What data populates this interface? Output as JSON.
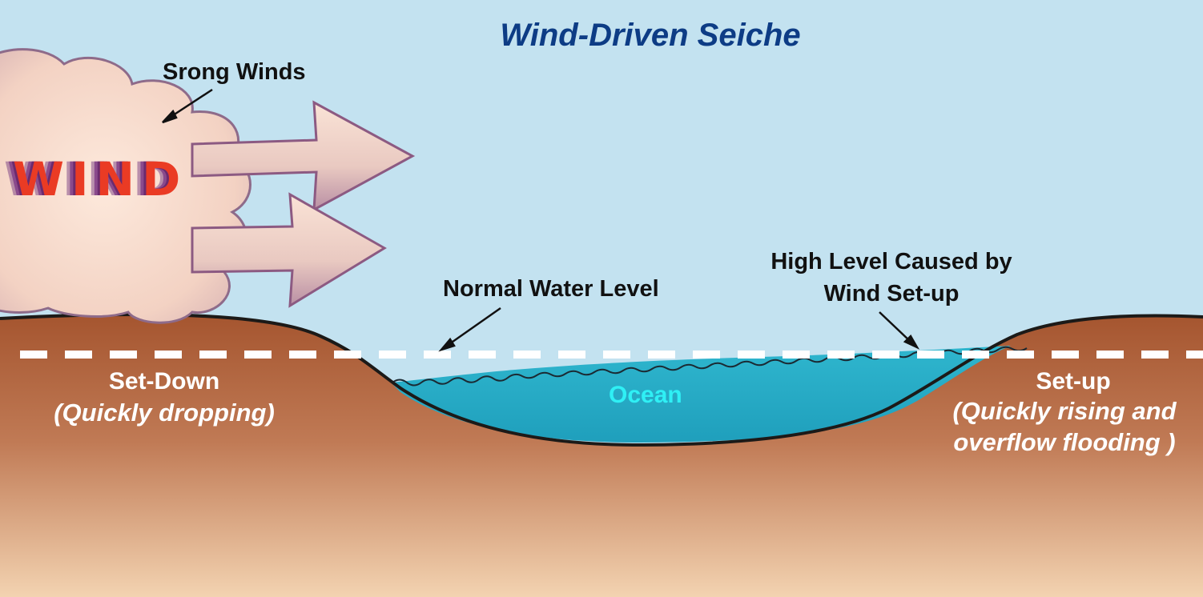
{
  "title": "Wind-Driven Seiche",
  "wind_graphic_text": "WIND",
  "labels": {
    "strong_winds": "Srong Winds",
    "normal_water_level": "Normal Water Level",
    "high_level_line1": "High Level Caused by",
    "high_level_line2": "Wind Set-up",
    "set_down": "Set-Down",
    "set_down_note": "(Quickly dropping)",
    "set_up": "Set-up",
    "set_up_note_line1": "(Quickly rising and",
    "set_up_note_line2": "overflow flooding )",
    "ocean": "Ocean"
  },
  "colors": {
    "sky": "#c3e2f0",
    "title": "#0d3c85",
    "ground_top": "#a5552f",
    "ground_bottom": "#f3d3b1",
    "water": "#27aec8",
    "ocean_label": "#2ff0f5",
    "wind_letters": "#ea3b24",
    "cloud": "#f8dccc",
    "arrow": "#e8c6bc",
    "arrow_edge": "#8c5a82"
  }
}
